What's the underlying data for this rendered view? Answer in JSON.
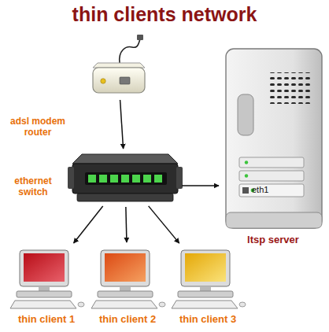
{
  "diagram": {
    "title": "thin clients network",
    "nodes": [
      {
        "text": [
          "adsl modem router"
        ]
      },
      {
        "text": [
          "ethernet switch"
        ]
      },
      {
        "text": [
          "eth1",
          "ltsp server"
        ]
      },
      {
        "text": [
          "thin client 1"
        ]
      },
      {
        "text": [
          "thin client 2"
        ]
      },
      {
        "text": [
          "thin client 3"
        ]
      }
    ],
    "edges": [
      {
        "from": 0,
        "to": 1,
        "arrow": "to"
      },
      {
        "from": 1,
        "to": 2,
        "arrow": "to"
      },
      {
        "from": 1,
        "to": 3,
        "arrow": "to"
      },
      {
        "from": 1,
        "to": 4,
        "arrow": "to"
      },
      {
        "from": 1,
        "to": 5,
        "arrow": "to"
      }
    ]
  }
}
